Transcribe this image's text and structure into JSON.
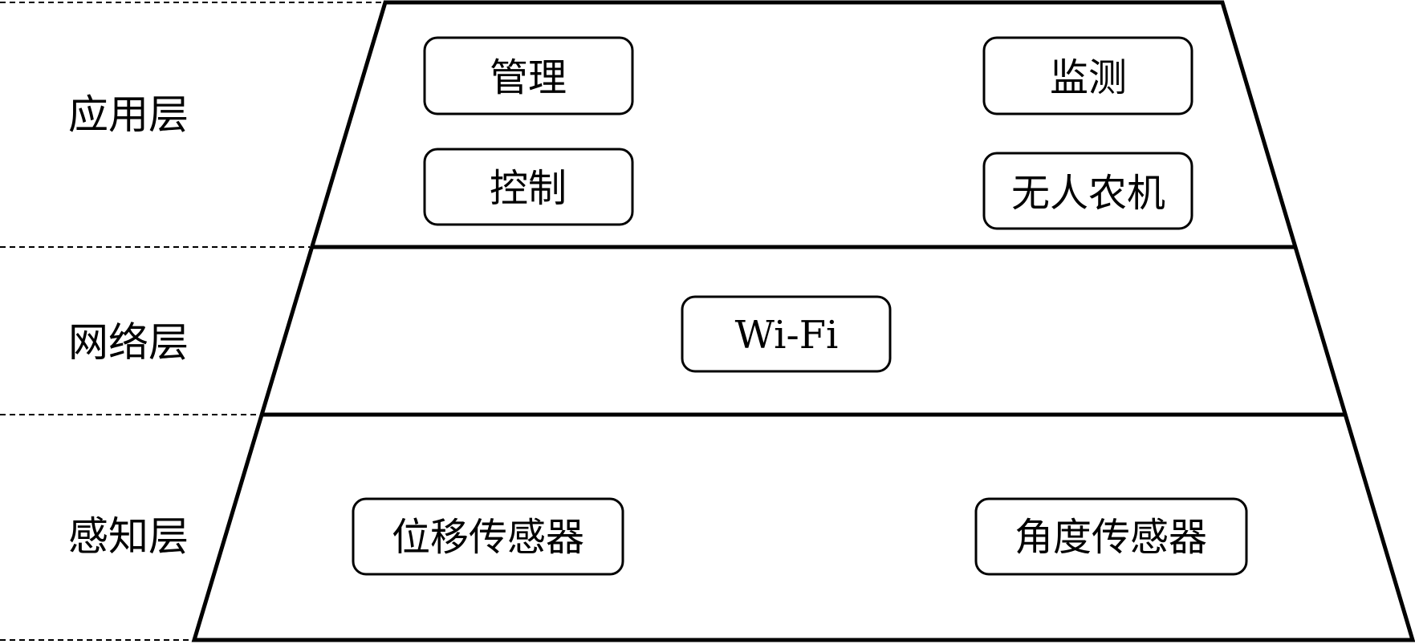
{
  "layers": [
    {
      "id": "application",
      "label": "应用层",
      "boxes": [
        "管理",
        "监测",
        "控制",
        "无人农机"
      ]
    },
    {
      "id": "network",
      "label": "网络层",
      "boxes": [
        "Wi-Fi"
      ]
    },
    {
      "id": "perception",
      "label": "感知层",
      "boxes": [
        "位移传感器",
        "角度传感器"
      ]
    }
  ],
  "colors": {
    "stroke": "#000000",
    "background": "#ffffff"
  }
}
